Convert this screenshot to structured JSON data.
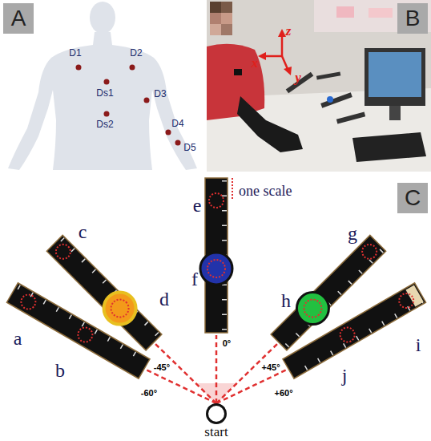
{
  "diagram": {
    "nodes": [
      {
        "text": [
          "A"
        ]
      },
      {
        "text": [
          "B"
        ]
      },
      {
        "text": [
          "C"
        ]
      },
      {
        "text": [
          "start"
        ]
      }
    ],
    "labels": [
      "D1",
      "D2",
      "Ds1",
      "D3",
      "Ds2",
      "D4",
      "D5",
      "z",
      "x",
      "y",
      "one scale",
      "e",
      "c",
      "f",
      "d",
      "g",
      "h",
      "a",
      "i",
      "b",
      "j",
      "0°",
      "-45°",
      "+45°",
      "-60°",
      "+60°"
    ]
  }
}
